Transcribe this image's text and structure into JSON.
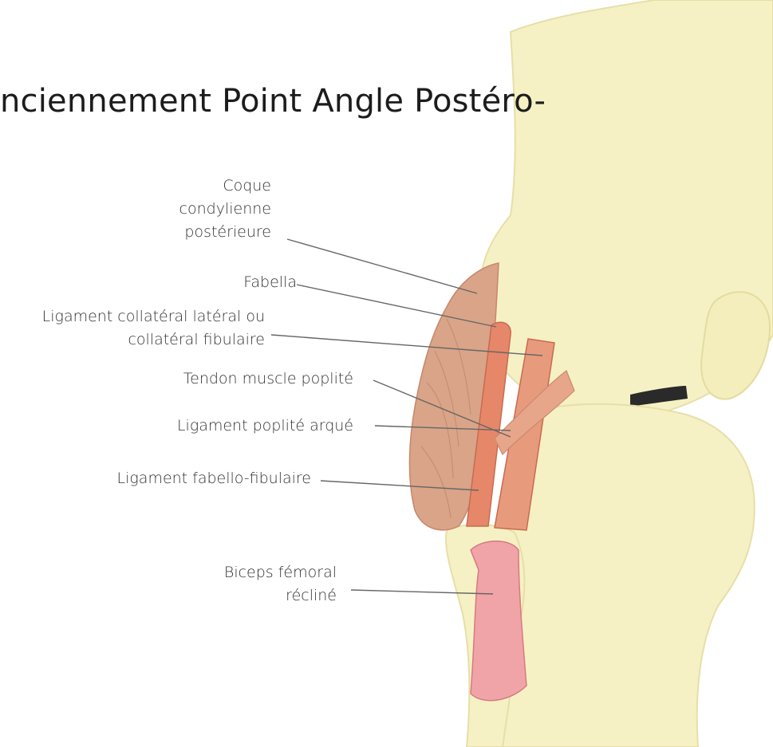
{
  "title": "nciennement Point Angle Postéro-",
  "labels": {
    "coque": [
      "Coque",
      "condylienne",
      "postérieure"
    ],
    "fabella": [
      "Fabella"
    ],
    "lcl": [
      "Ligament collatéral latéral ou",
      "collatéral fibulaire"
    ],
    "tendon_poplite": [
      "Tendon muscle poplité"
    ],
    "lig_poplite_arque": [
      "Ligament poplité arqué"
    ],
    "fabello_fibulaire": [
      "Ligament fabello-fibulaire"
    ],
    "biceps": [
      "Biceps fémoral",
      "récliné"
    ]
  },
  "colors": {
    "bone": "#f6f1c4",
    "bone_edge": "#e3dca0",
    "muscle": "#d9a488",
    "ligament": "#e6876a",
    "biceps": "#f0a4a8",
    "leader_line": "#666666"
  }
}
